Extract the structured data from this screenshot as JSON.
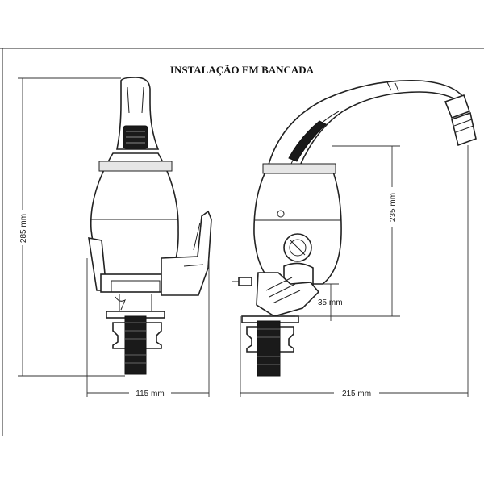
{
  "title": "INSTALAÇÃO EM BANCADA",
  "dimensions": {
    "height_total": "285 mm",
    "width_front": "115 mm",
    "height_spout": "235 mm",
    "height_base": "35 mm",
    "width_side": "215 mm"
  },
  "colors": {
    "line": "#222222",
    "thread": "#1a1a1a",
    "background": "#ffffff"
  }
}
